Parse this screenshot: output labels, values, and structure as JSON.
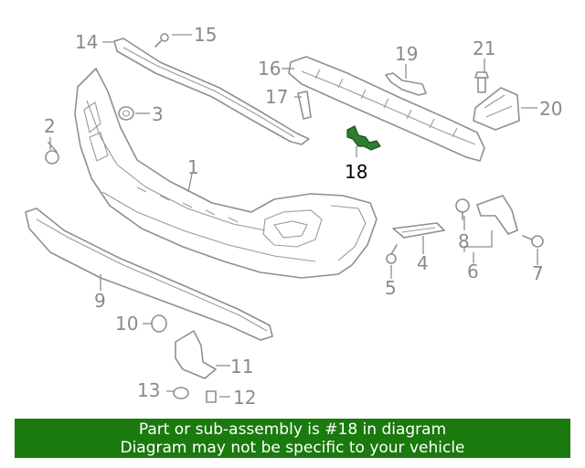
{
  "diagram": {
    "callouts": [
      "1",
      "2",
      "3",
      "4",
      "5",
      "6",
      "7",
      "8",
      "9",
      "10",
      "11",
      "12",
      "13",
      "14",
      "15",
      "16",
      "17",
      "18",
      "19",
      "20",
      "21"
    ],
    "highlighted_callout": "18",
    "colors": {
      "part_line": "#8f8f8f",
      "highlight": "#2e7d32",
      "banner": "#1a7a0d"
    }
  },
  "banner": {
    "line1": "Part or sub-assembly is #18 in diagram",
    "line2": "Diagram may not be specific to your vehicle"
  }
}
